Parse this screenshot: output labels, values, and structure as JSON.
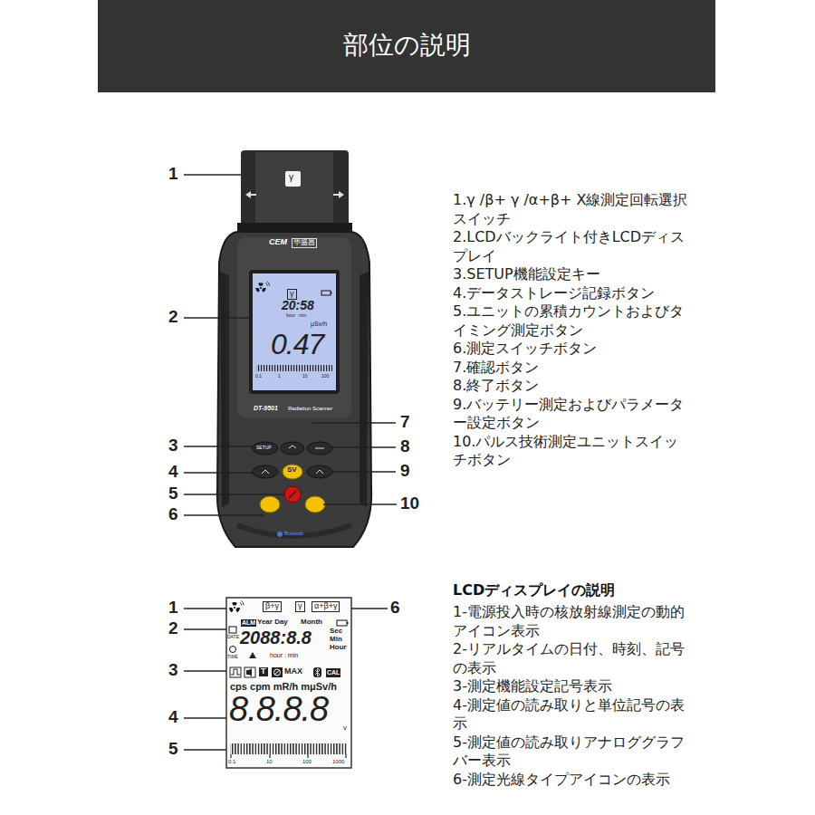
{
  "diagram": {
    "title": "部位の説明",
    "nodes": [
      {
        "text": [
          "γ",
          "20:58",
          "hour : min",
          "μSv/h",
          "0.47",
          "0.1",
          "1",
          "10",
          "100"
        ]
      },
      {
        "text": [
          "β+γ",
          "γ",
          "α+β+γ",
          "ALM",
          "Year Day",
          "Month",
          "DATE",
          "2088:8.8",
          "Sec",
          "Min",
          "Hour",
          "TIME",
          "hour : min",
          "T",
          "MAX",
          "CAL",
          "cps cpm mR/h mμSv/h",
          "8.8.8.8",
          "v",
          "0.1",
          "10",
          "100",
          "1000"
        ]
      }
    ],
    "labels": [
      "γ",
      "CEM",
      "华盛昌",
      "DT-9501",
      "Radiation Scanner",
      "SETUP",
      "SV",
      "Bluetooth",
      "1",
      "2",
      "3",
      "4",
      "5",
      "6",
      "7",
      "8",
      "9",
      "10",
      "1.γ /β+ γ /α+β+ X線測定回転選択スイッチ",
      "2.LCDバックライト付きLCDディスプレイ",
      "3.SETUP機能設定キー",
      "4.データストレージ記録ボタン",
      "5.ユニットの累積カウントおよびタイミング測定ボタン",
      "6.測定スイッチボタン",
      "7.確認ボタン",
      "8.終了ボタン",
      "9.バッテリー測定およびパラメーター設定ボタン",
      "10.パルス技術測定ユニットスイッチボタン",
      "1",
      "2",
      "3",
      "4",
      "5",
      "6",
      "LCDディスプレイの説明",
      "1-電源投入時の核放射線測定の動的アイコン表示",
      "2-リアルタイムの日付、時刻、記号の表示",
      "3-測定機能設定記号表示",
      "4-測定値の読み取りと単位記号の表示",
      "5-測定値の読み取りアナロググラフバー表示",
      "6-測定光線タイプアイコンの表示"
    ]
  }
}
